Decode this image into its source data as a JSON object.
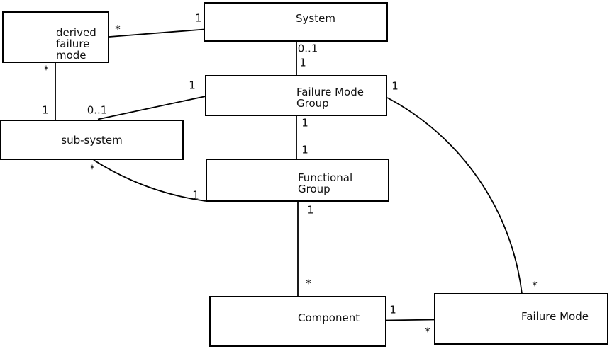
{
  "diagram": {
    "kind": "uml-association-diagram",
    "background": "#ffffff",
    "line_color": "#000000",
    "text_color": "#111111"
  },
  "nodes": [
    {
      "id": "derived-failure-mode",
      "lines": [
        "derived",
        "failure",
        "mode"
      ]
    },
    {
      "id": "system",
      "lines": [
        "System"
      ]
    },
    {
      "id": "failure-mode-group",
      "lines": [
        "Failure Mode",
        "Group"
      ]
    },
    {
      "id": "sub-system",
      "lines": [
        "sub-system"
      ]
    },
    {
      "id": "functional-group",
      "lines": [
        "Functional",
        "Group"
      ]
    },
    {
      "id": "component",
      "lines": [
        "Component"
      ]
    },
    {
      "id": "failure-mode",
      "lines": [
        "Failure Mode"
      ]
    }
  ],
  "edges": [
    {
      "id": "dfm-system",
      "from": "derived failure mode",
      "to": "System",
      "from_label": "*",
      "to_label": "1"
    },
    {
      "id": "dfm-subsystem",
      "from": "derived failure mode",
      "to": "sub-system",
      "from_label": "*",
      "to_label": "1"
    },
    {
      "id": "subsystem-fmg",
      "from": "sub-system",
      "to": "Failure Mode Group",
      "from_label": "0..1",
      "to_label": "1"
    },
    {
      "id": "system-fmg",
      "from": "System",
      "to": "Failure Mode Group",
      "from_label": "0..1",
      "to_label": "1"
    },
    {
      "id": "fmg-fg",
      "from": "Failure Mode Group",
      "to": "Functional Group",
      "from_label": "1",
      "to_label": "1"
    },
    {
      "id": "subsystem-fg",
      "from": "sub-system",
      "to": "Functional Group",
      "from_label": "*",
      "to_label": "1"
    },
    {
      "id": "fg-component",
      "from": "Functional Group",
      "to": "Component",
      "from_label": "1",
      "to_label": "*"
    },
    {
      "id": "component-fm",
      "from": "Component",
      "to": "Failure Mode",
      "from_label": "1",
      "to_label": "*"
    },
    {
      "id": "fmg-fm",
      "from": "Failure Mode Group",
      "to": "Failure Mode",
      "from_label": "1",
      "to_label": "*"
    }
  ]
}
